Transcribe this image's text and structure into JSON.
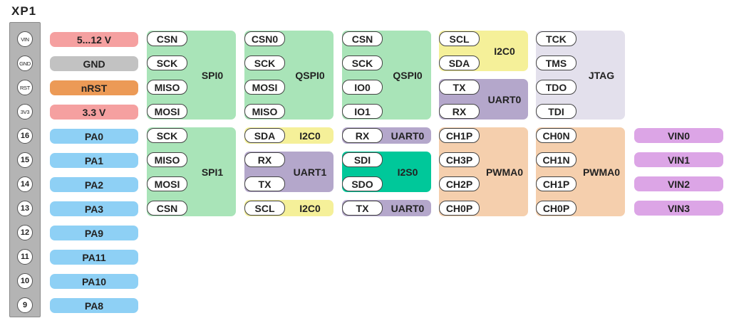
{
  "title": "XP1",
  "colors": {
    "spi": "#a9e4b8",
    "i2c": "#f5f099",
    "uart": "#b4a7cb",
    "i2s": "#00c89a",
    "pwm": "#f5cfad",
    "jtag": "#e3e0ec",
    "adc": "#dca5e6",
    "gpio": "#8ed0f5",
    "vin": "#f5a0a0",
    "gnd": "#c2c2c2",
    "rst": "#ec9a56",
    "v33": "#f5a0a0"
  },
  "pins": [
    {
      "num": "VIN",
      "label": "5...12 V",
      "kind": "vin"
    },
    {
      "num": "GND",
      "label": "GND",
      "kind": "gnd"
    },
    {
      "num": "RST",
      "label": "nRST",
      "kind": "rst"
    },
    {
      "num": "3V3",
      "label": "3.3 V",
      "kind": "v33"
    },
    {
      "num": "16",
      "label": "PA0",
      "kind": "gpio"
    },
    {
      "num": "15",
      "label": "PA1",
      "kind": "gpio"
    },
    {
      "num": "14",
      "label": "PA2",
      "kind": "gpio"
    },
    {
      "num": "13",
      "label": "PA3",
      "kind": "gpio"
    },
    {
      "num": "12",
      "label": "PA9",
      "kind": "gpio"
    },
    {
      "num": "11",
      "label": "PA11",
      "kind": "gpio"
    },
    {
      "num": "10",
      "label": "PA10",
      "kind": "gpio"
    },
    {
      "num": "9",
      "label": "PA8",
      "kind": "gpio"
    }
  ],
  "groups": [
    {
      "col": 0,
      "row": 0,
      "rows": 4,
      "label": "SPI0",
      "kind": "spi",
      "signals": [
        "CSN",
        "SCK",
        "MISO",
        "MOSI"
      ]
    },
    {
      "col": 1,
      "row": 0,
      "rows": 4,
      "label": "QSPI0",
      "kind": "spi",
      "signals": [
        "CSN0",
        "SCK",
        "MOSI",
        "MISO"
      ]
    },
    {
      "col": 2,
      "row": 0,
      "rows": 4,
      "label": "QSPI0",
      "kind": "spi",
      "signals": [
        "CSN",
        "SCK",
        "IO0",
        "IO1"
      ]
    },
    {
      "col": 3,
      "row": 0,
      "rows": 2,
      "label": "I2C0",
      "kind": "i2c",
      "signals": [
        "SCL",
        "SDA"
      ]
    },
    {
      "col": 3,
      "row": 2,
      "rows": 2,
      "label": "UART0",
      "kind": "uart",
      "signals": [
        "TX",
        "RX"
      ]
    },
    {
      "col": 4,
      "row": 0,
      "rows": 4,
      "label": "JTAG",
      "kind": "jtag",
      "signals": [
        "TCK",
        "TMS",
        "TDO",
        "TDI"
      ]
    },
    {
      "col": 0,
      "row": 4,
      "rows": 4,
      "label": "SPI1",
      "kind": "spi",
      "signals": [
        "SCK",
        "MISO",
        "MOSI",
        "CSN"
      ]
    },
    {
      "col": 1,
      "row": 4,
      "rows": 1,
      "label": "I2C0",
      "kind": "i2c",
      "signals": [
        "SDA"
      ]
    },
    {
      "col": 1,
      "row": 5,
      "rows": 2,
      "label": "UART1",
      "kind": "uart",
      "signals": [
        "RX",
        "TX"
      ]
    },
    {
      "col": 1,
      "row": 7,
      "rows": 1,
      "label": "I2C0",
      "kind": "i2c",
      "signals": [
        "SCL"
      ]
    },
    {
      "col": 2,
      "row": 4,
      "rows": 1,
      "label": "UART0",
      "kind": "uart",
      "signals": [
        "RX"
      ]
    },
    {
      "col": 2,
      "row": 5,
      "rows": 2,
      "label": "I2S0",
      "kind": "i2s",
      "signals": [
        "SDI",
        "SDO"
      ]
    },
    {
      "col": 2,
      "row": 7,
      "rows": 1,
      "label": "UART0",
      "kind": "uart",
      "signals": [
        "TX"
      ]
    },
    {
      "col": 3,
      "row": 4,
      "rows": 4,
      "label": "PWMA0",
      "kind": "pwm",
      "signals": [
        "CH1P",
        "CH3P",
        "CH2P",
        "CH0P"
      ]
    },
    {
      "col": 4,
      "row": 4,
      "rows": 4,
      "label": "PWMA0",
      "kind": "pwm",
      "signals": [
        "CH0N",
        "CH1N",
        "CH1P",
        "CH0P"
      ]
    }
  ],
  "adc": [
    "VIN0",
    "VIN1",
    "VIN2",
    "VIN3"
  ]
}
